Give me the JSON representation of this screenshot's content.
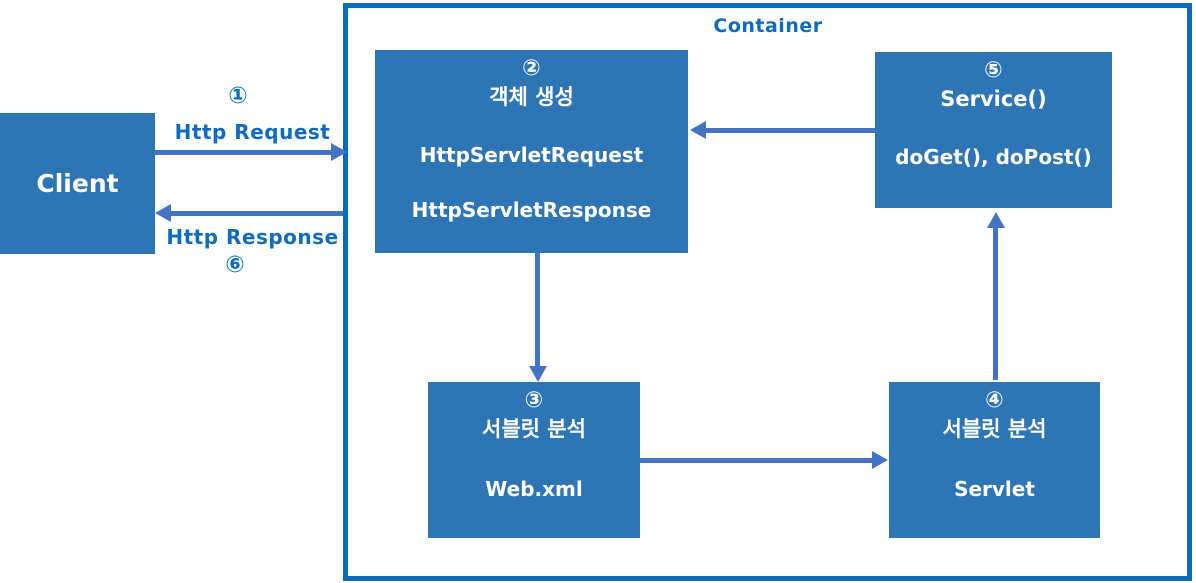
{
  "client": {
    "label": "Client"
  },
  "container": {
    "label": "Container"
  },
  "flows": {
    "request": {
      "number": "①",
      "label": "Http Request"
    },
    "response": {
      "number": "⑥",
      "label": "Http Response"
    }
  },
  "boxes": {
    "object_creation": {
      "number": "②",
      "title": "객체 생성",
      "line1": "HttpServletRequest",
      "line2": "HttpServletResponse"
    },
    "servlet_analysis_web": {
      "number": "③",
      "title": "서블릿 분석",
      "line1": "Web.xml"
    },
    "servlet_analysis_servlet": {
      "number": "④",
      "title": "서블릿 분석",
      "line1": "Servlet"
    },
    "service": {
      "number": "⑤",
      "title": "Service()",
      "line1": "doGet(), doPost()"
    }
  },
  "colors": {
    "box_fill": "#2e75b6",
    "arrow": "#4472c4",
    "label_text": "#0d6cc1",
    "container_border": "#0a6bbd",
    "box_text": "#ffffff"
  }
}
